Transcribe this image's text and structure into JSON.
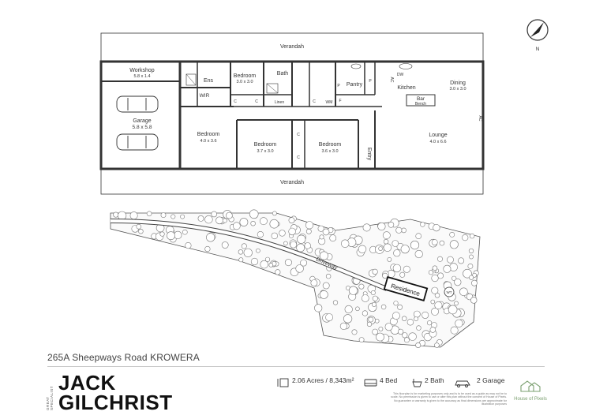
{
  "compass": {
    "label": "N"
  },
  "floor_plan": {
    "rooms": {
      "verandah_top": "Verandah",
      "verandah_bottom": "Verandah",
      "workshop_name": "Workshop",
      "workshop_size": "5.8 x 1.4",
      "garage_name": "Garage",
      "garage_size": "5.8 x 5.8",
      "ens": "Ens",
      "wir": "WIR",
      "bed1_name": "Bedroom",
      "bed1_size": "3.0 x 3.0",
      "bath": "Bath",
      "linen": "Linen",
      "wm": "WM",
      "pantry": "Pantry",
      "kitchen": "Kitchen",
      "dw": "DW",
      "dining_name": "Dining",
      "dining_size": "3.0 x 3.0",
      "bar": "Bar",
      "bench": "Bench",
      "bed2_name": "Bedroom",
      "bed2_size": "4.0 x 3.6",
      "bed3_name": "Bedroom",
      "bed3_size": "3.7 x 3.0",
      "bed4_name": "Bedroom",
      "bed4_size": "3.6 x 3.0",
      "entry": "Entry",
      "lounge_name": "Lounge",
      "lounge_size": "4.0 x 6.6",
      "ac1": "AC",
      "ac2": "AC",
      "c1": "C",
      "c2": "C",
      "c3": "C",
      "c4": "C",
      "c5": "C",
      "p1": "P",
      "p2": "P",
      "f": "F"
    }
  },
  "site_plan": {
    "driveway": "Driveway",
    "residence": "Residence",
    "wt": "WT"
  },
  "footer": {
    "address": "265A Sheepways Road KROWERA",
    "agency_tag": "GREAT SPECIALIST",
    "brand_line1": "JACK",
    "brand_line2": "GILCHRIST",
    "land": "2.06 Acres / 8,343m²",
    "beds": "4 Bed",
    "baths": "2 Bath",
    "garage": "2 Garage",
    "disclaimer": "This floorplan is for marketing purposes only and is to be used as a guide as may not be to scale. No permission is given to use or alter this plan without the consent of House of Pixels. No guarantee or warranty is given to the accuracy as final dimensions are approximate for illustration purposes",
    "logo_text": "House of Pixels"
  },
  "colors": {
    "line": "#333333",
    "accent": "#7a9f6f"
  }
}
